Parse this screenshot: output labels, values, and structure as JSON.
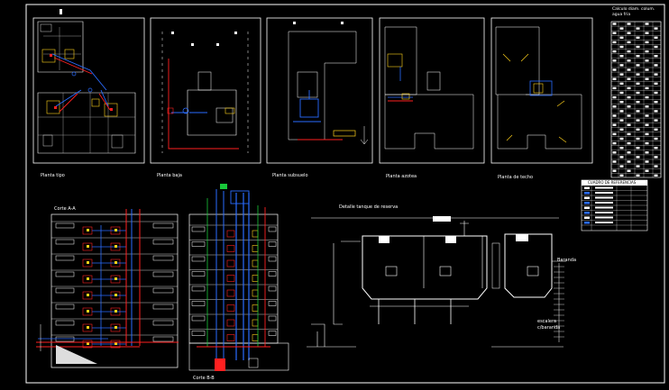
{
  "panels": {
    "planta_tipo": "Planta tipo",
    "planta_baja": "Planta baja",
    "planta_subsuelo": "Planta subsuelo",
    "planta_azotea": "Planta azotea",
    "planta_techo": "Planta de techo"
  },
  "sections": {
    "corte_aa": "Corte A-A",
    "corte_bb": "Corte B-B",
    "detalle_tanque": "Detalle tanque de reserva"
  },
  "tank_labels": {
    "baranda": "Baranda",
    "escalera_line1": "escalera",
    "escalera_line2": "c/baranda"
  },
  "tables": {
    "calculo_title_line1": "Calculo diam. colum.",
    "calculo_title_line2": "agua fria",
    "legend_title": "CUADRO DE REFERENCIAS"
  },
  "colors": {
    "background": "#000000",
    "linework": "#ffffff",
    "cold_water": "#2a6cff",
    "hot_water": "#ff2020",
    "fixtures": "#ffd21a",
    "ventilation": "#18c83a",
    "frames": "#ffffff"
  }
}
